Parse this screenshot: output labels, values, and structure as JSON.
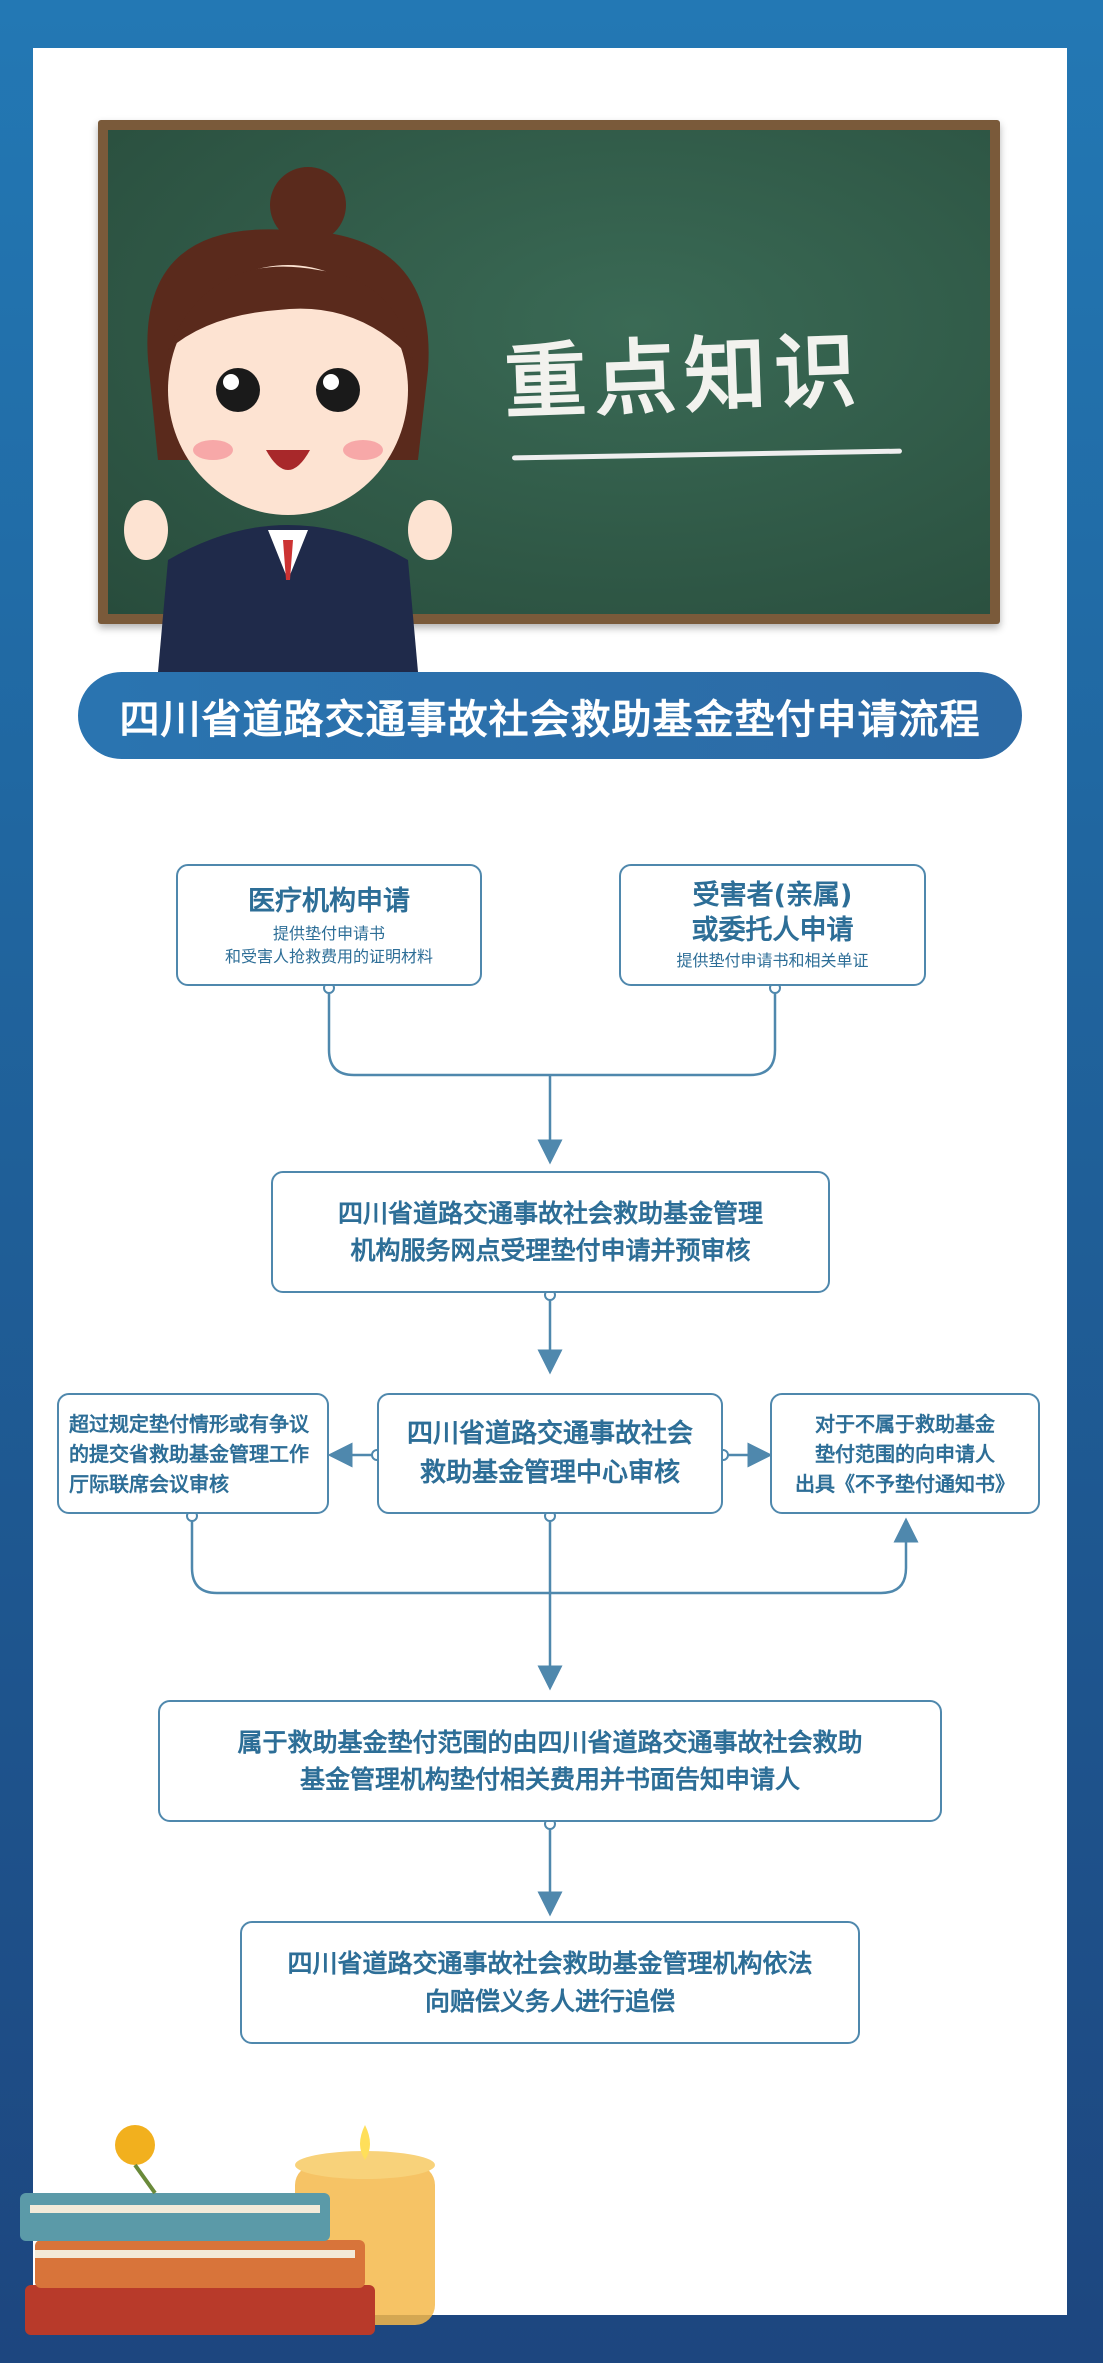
{
  "board": {
    "title": "重点知识"
  },
  "banner": {
    "title": "四川省道路交通事故社会救助基金垫付申请流程"
  },
  "flow": {
    "box1": {
      "title": "医疗机构申请",
      "sub1": "提供垫付申请书",
      "sub2": "和受害人抢救费用的证明材料"
    },
    "box2": {
      "title1": "受害者(亲属)",
      "title2": "或委托人申请",
      "sub": "提供垫付申请书和相关单证"
    },
    "box3": {
      "line1": "四川省道路交通事故社会救助基金管理",
      "line2": "机构服务网点受理垫付申请并预审核"
    },
    "box4": {
      "line1": "超过规定垫付情形或有争议",
      "line2": "的提交省救助基金管理工作",
      "line3": "厅际联席会议审核"
    },
    "box5": {
      "line1": "四川省道路交通事故社会",
      "line2": "救助基金管理中心审核"
    },
    "box6": {
      "line1": "对于不属于救助基金",
      "line2": "垫付范围的向申请人",
      "line3": "出具《不予垫付通知书》"
    },
    "box7": {
      "line1": "属于救助基金垫付范围的由四川省道路交通事故社会救助",
      "line2": "基金管理机构垫付相关费用并书面告知申请人"
    },
    "box8": {
      "line1": "四川省道路交通事故社会救助基金管理机构依法",
      "line2": "向赔偿义务人进行追偿"
    }
  },
  "colors": {
    "primary": "#2c6fa8",
    "board": "#2f5a48",
    "text": "#2d6e97"
  }
}
